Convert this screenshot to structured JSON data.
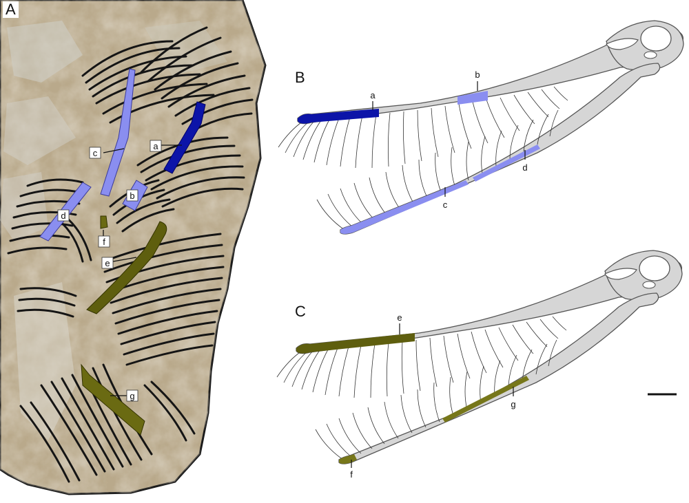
{
  "panels": {
    "a": "A",
    "b": "B",
    "c": "C"
  },
  "labels": {
    "a": "a",
    "b": "b",
    "c": "c",
    "d": "d",
    "e": "e",
    "f": "f",
    "g": "g"
  },
  "colors": {
    "dark_blue": "#0c14a8",
    "light_blue": "#8a8ef0",
    "olive": "#5e5e0e",
    "olive_light": "#77771a",
    "jaw_gray": "#d6d6d6",
    "outline": "#555555",
    "matrix": "#b8a78a",
    "teeth": "#222222"
  }
}
